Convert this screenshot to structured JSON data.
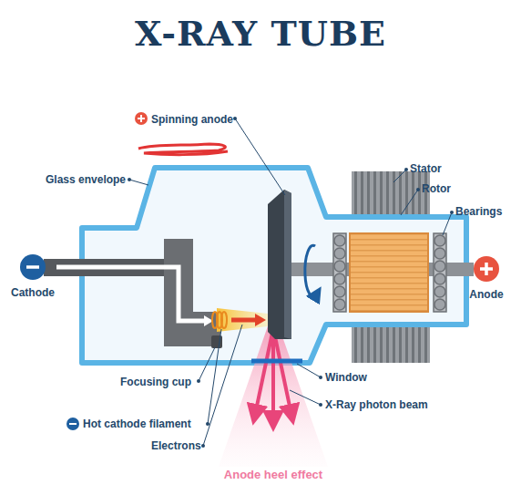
{
  "diagram": {
    "title": "X-RAY TUBE",
    "labels": [
      "Spinning anode",
      "Glass envelope",
      "Stator",
      "Rotor",
      "Bearings",
      "Cathode",
      "Anode",
      "Focusing cup",
      "Hot cathode filament",
      "Electrons",
      "Window",
      "X-Ray photon beam",
      "Anode heel effect"
    ]
  }
}
